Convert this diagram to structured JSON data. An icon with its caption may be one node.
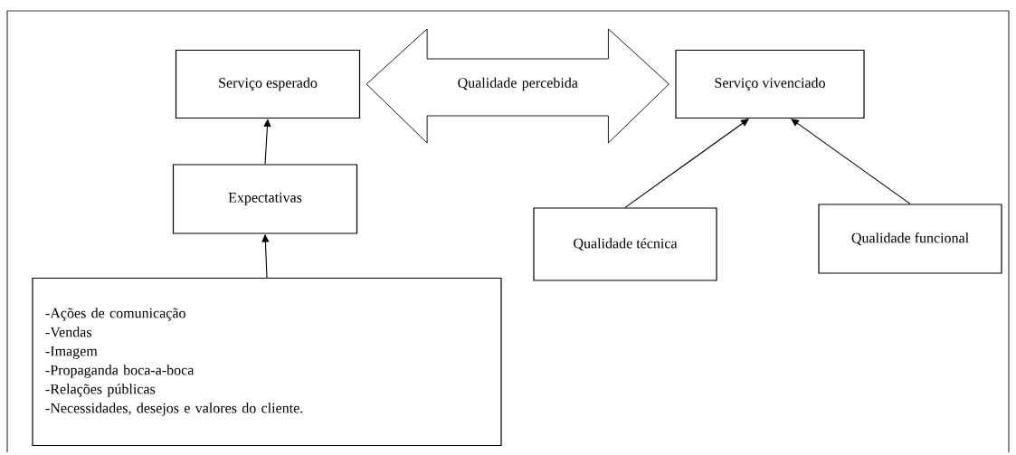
{
  "diagram": {
    "nodes": [
      {
        "text": [
          "Serviço esperado"
        ]
      },
      {
        "text": [
          "Serviço vivenciado"
        ]
      },
      {
        "text": [
          "Expectativas"
        ]
      },
      {
        "text": [
          "Qualidade técnica"
        ]
      },
      {
        "text": [
          "Qualidade funcional"
        ]
      },
      {
        "text": [
          "-Ações de comunicação",
          "-Vendas",
          "-Imagem",
          "-Propaganda boca-a-boca",
          "-Relações públicas",
          "-Necessidades, desejos e valores do cliente."
        ]
      }
    ],
    "edges": [
      {
        "from": 0,
        "to": 1,
        "arrow": "both",
        "label": "Qualidade percebida"
      },
      {
        "from": 2,
        "to": 0,
        "arrow": "to"
      },
      {
        "from": 5,
        "to": 2,
        "arrow": "to"
      },
      {
        "from": 3,
        "to": 1,
        "arrow": "to"
      },
      {
        "from": 4,
        "to": 1,
        "arrow": "to"
      }
    ]
  }
}
